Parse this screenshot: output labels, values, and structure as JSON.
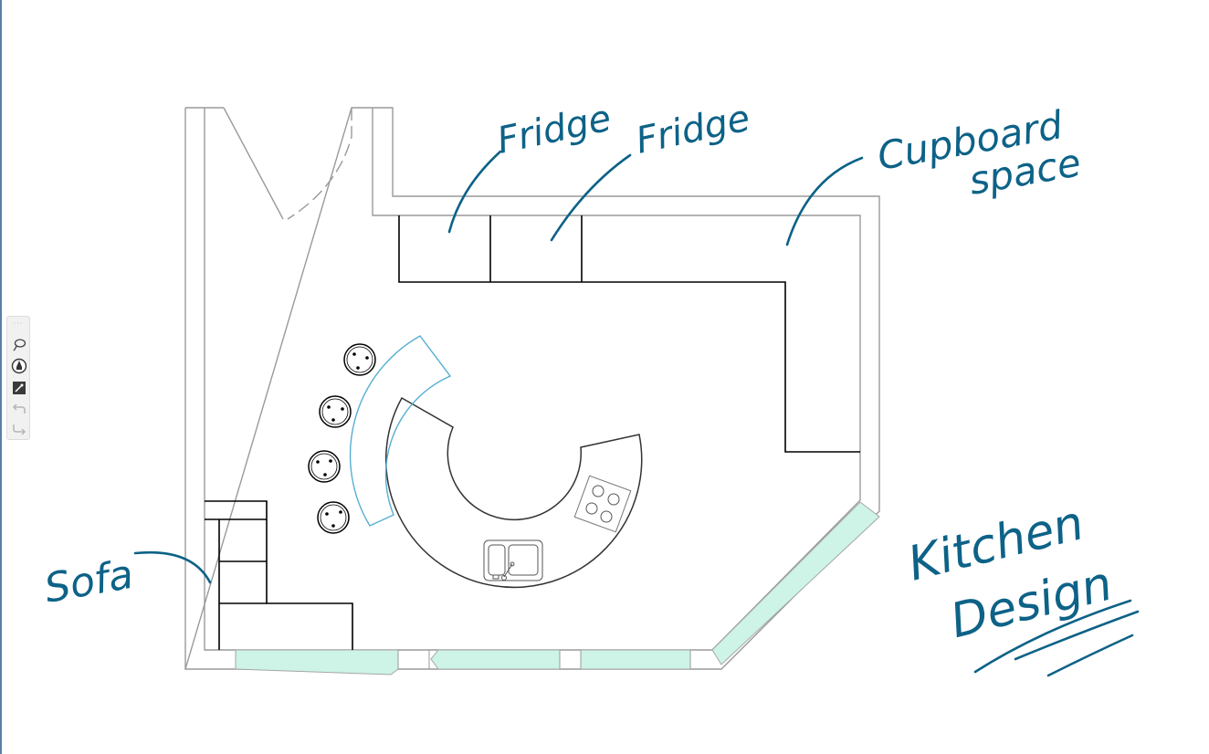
{
  "colors": {
    "ink": "#0d6287",
    "wall": "#9a9a9a",
    "window": "#cdf4e6",
    "bar_counter": "#56aed3",
    "fixture": "#000000"
  },
  "toolbar": {
    "tools": [
      {
        "name": "grip-handle",
        "icon": "more-dots-icon"
      },
      {
        "name": "lasso-select",
        "icon": "lasso-icon"
      },
      {
        "name": "pen",
        "icon": "pen-icon"
      },
      {
        "name": "eraser",
        "icon": "eraser-icon"
      },
      {
        "name": "undo",
        "icon": "undo-icon"
      },
      {
        "name": "redo",
        "icon": "redo-icon"
      }
    ]
  },
  "annotations": {
    "fridge_1": "Fridge",
    "fridge_2": "Fridge",
    "cupboard": "Cupboard space",
    "sofa": "Sofa",
    "title": "Kitchen Design"
  }
}
